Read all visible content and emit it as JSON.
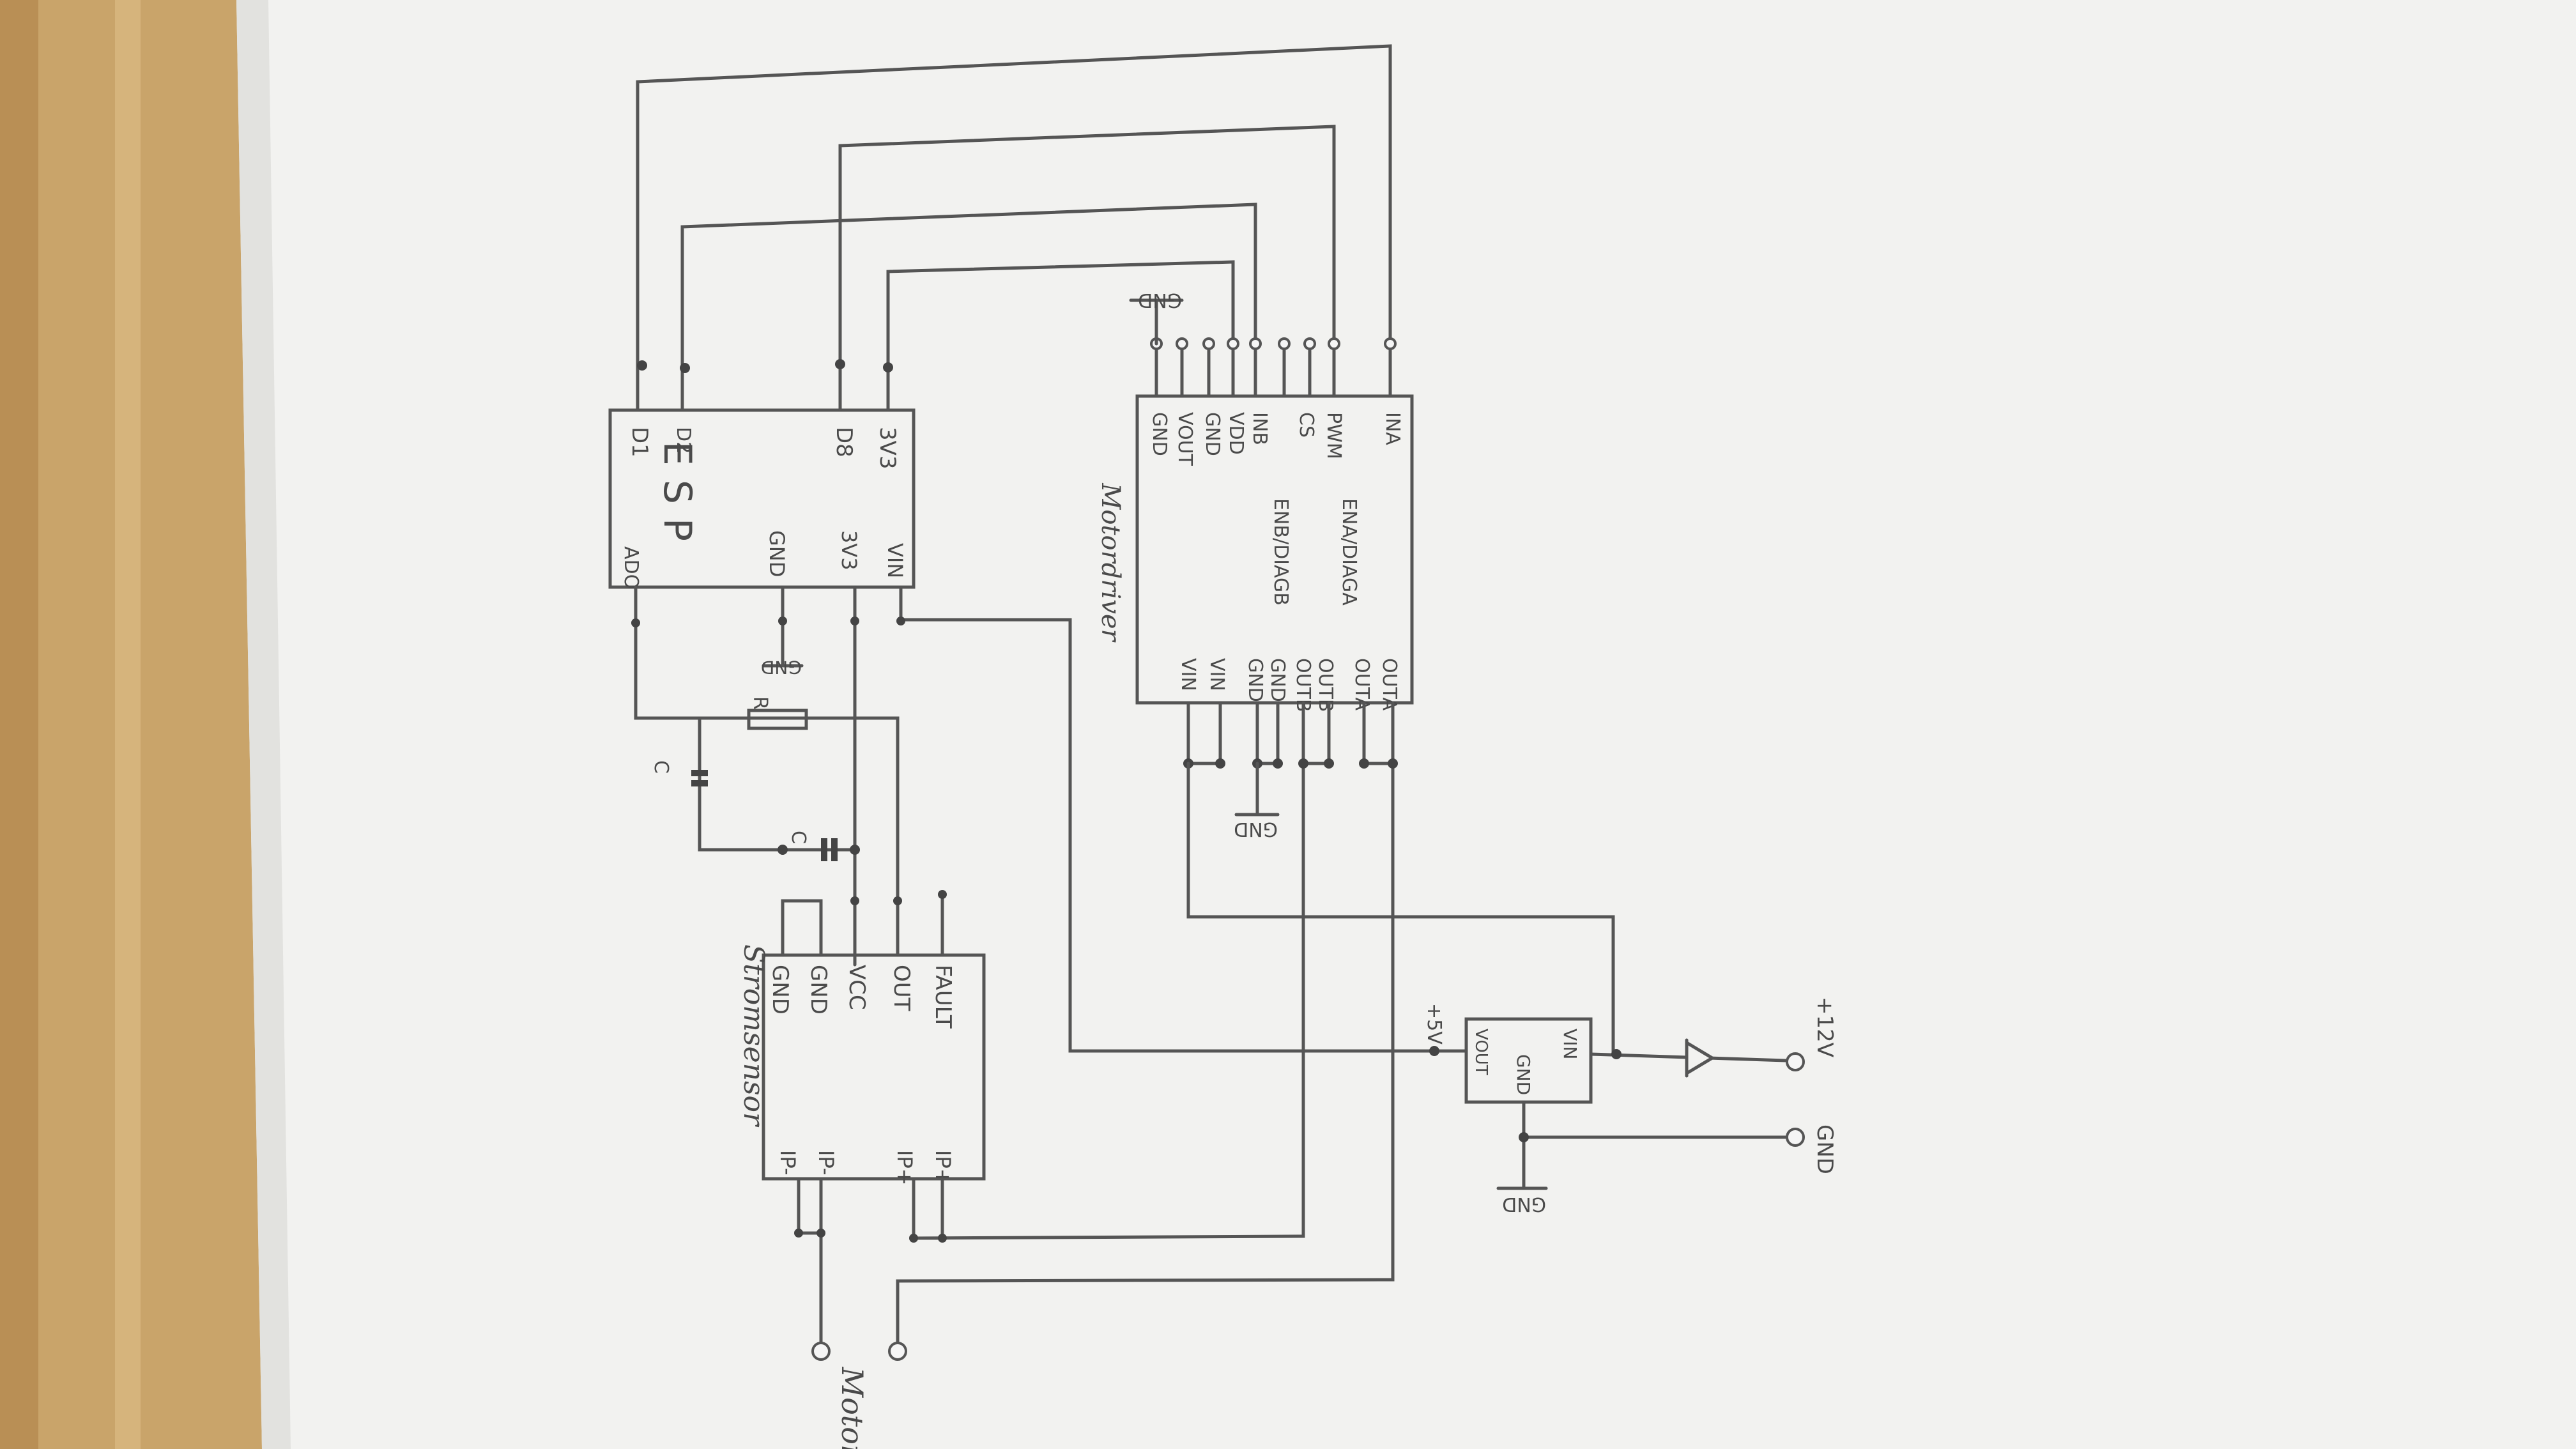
{
  "esp": {
    "title": "ESP",
    "pins": {
      "d1": "D1",
      "d2": "D2",
      "d8": "D8",
      "v3a": "3V3",
      "ado": "ADO",
      "gnd": "GND",
      "v3b": "3V3",
      "vin": "VIN"
    }
  },
  "motordriver": {
    "title": "Motordriver",
    "pins_top": [
      "GND",
      "VOUT",
      "GND",
      "VDD",
      "INB",
      "CS",
      "PWM",
      "INA"
    ],
    "en_b": "ENB/DIAGB",
    "en_a": "ENA/DIAGA",
    "pins_bottom": [
      "VIN",
      "VIN",
      "GND",
      "GND",
      "OUTB",
      "OUTB",
      "OUTA",
      "OUTA"
    ]
  },
  "stromsensor": {
    "title": "Stromsensor",
    "pins_left": [
      "IP-",
      "IP-",
      "IP+",
      "IP+"
    ],
    "pins_right": [
      "GND",
      "GND",
      "VCC",
      "OUT",
      "FAULT"
    ]
  },
  "regulator": {
    "vout": "VOUT",
    "gnd": "GND",
    "vin": "VIN"
  },
  "labels": {
    "r": "R",
    "c1": "C",
    "c2": "C",
    "gnd_esp": "GND",
    "gnd_md_top": "GND",
    "gnd_md_bottom": "GND",
    "gnd_reg": "GND",
    "plus5v": "+5V",
    "plus12v": "+12V",
    "gnd_supply": "GND",
    "motor": "Motor"
  }
}
